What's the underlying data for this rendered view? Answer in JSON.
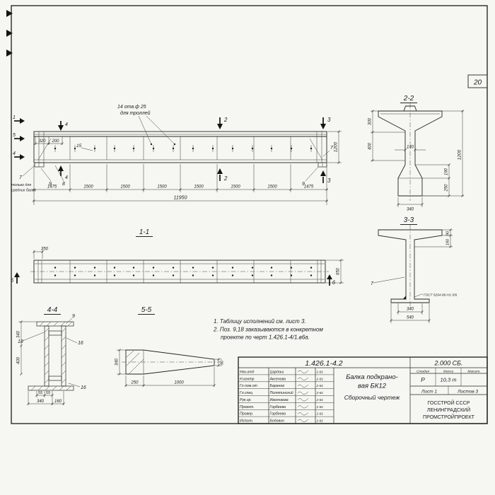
{
  "sheet": {
    "number": "20"
  },
  "elevation": {
    "callout": {
      "line1": "14 отв.ф 25",
      "line2": "для троллей"
    },
    "note": {
      "line1": "только для",
      "line2": "средних балок"
    },
    "dims": {
      "d320": "320",
      "d200": "200",
      "d1200": "1200",
      "total": "11950"
    },
    "segments": [
      "1475",
      "1500",
      "1500",
      "1500",
      "1500",
      "1500",
      "1500",
      "1475"
    ],
    "cuts": {
      "c1": "1",
      "c2": "2",
      "c3": "3",
      "c4": "4",
      "c5": "5"
    },
    "pos": {
      "p7": "7",
      "p8": "8",
      "p9": "9",
      "p15": "15"
    }
  },
  "section22": {
    "title": "2-2",
    "d300": "300",
    "d400": "400",
    "d140": "140",
    "d190": "190",
    "d250": "250",
    "d340": "340",
    "d1200": "1200"
  },
  "section33": {
    "title": "3-3",
    "d90": "90",
    "d160": "160",
    "d340": "340",
    "d540": "540",
    "p7": "7",
    "weld": "ГОСТ 5264-80-Н1-5/6"
  },
  "section11": {
    "title": "1-1",
    "d350": "350",
    "d650": "650",
    "view_label": "б"
  },
  "section44": {
    "title": "4-4",
    "d340": "340",
    "d400": "400",
    "d55": "55",
    "d340b": "340",
    "d160": "160",
    "p9": "9",
    "p16": "16",
    "p18": "18"
  },
  "section55": {
    "title": "5-5",
    "d340": "340",
    "d90": "90",
    "d250": "250",
    "d1000": "1000"
  },
  "notes": {
    "line1": "1. Таблицу исполнений см. лист 3.",
    "line2": "2. Поз. 9,18 заказываются в конкретном",
    "line3": "проекте по черт 1.426.1-4/1.в6а."
  },
  "stamp": {
    "doc_number": "1.426.1-4.2",
    "doc_code": "2.000 СБ.",
    "title_line1": "Балка подкрано-",
    "title_line2": "вая БК12",
    "title_line3": "Сборочный чертеж",
    "headers": {
      "stage": "Стадия",
      "mass": "Масса",
      "scale": "Масшт."
    },
    "values": {
      "stage": "Р",
      "mass": "10,3 т",
      "scale": ""
    },
    "sheet_label": "Лист 1",
    "sheets_label": "Листов 3",
    "org": {
      "line1": "ГОССТРОЙ СССР",
      "line2": "ЛЕНИНГРАДСКИЙ",
      "line3": "ПРОМСТРОЙПРОЕКТ"
    },
    "rows": [
      {
        "role": "Нач.отд",
        "name": "Цардаш",
        "date": "2-81"
      },
      {
        "role": "Н.контр",
        "name": "Аксенова",
        "date": "2-81"
      },
      {
        "role": "Гл.пом.от",
        "name": "Баранов",
        "date": "2-81"
      },
      {
        "role": "Гл.спец",
        "name": "Полятинский",
        "date": "2-81"
      },
      {
        "role": "Рук.гр.",
        "name": "Иволнаева",
        "date": "2-81"
      },
      {
        "role": "Проект.",
        "name": "Горбеева",
        "date": "2-81"
      },
      {
        "role": "Провер.",
        "name": "Горбеева",
        "date": "2-81"
      },
      {
        "role": "Исполн.",
        "name": "Бодовин",
        "date": "2-81"
      }
    ]
  }
}
